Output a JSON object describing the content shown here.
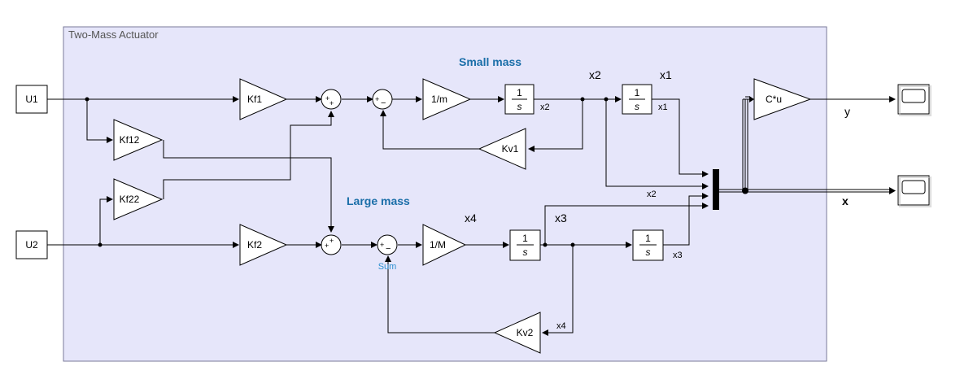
{
  "subsystem": {
    "title": "Two-Mass Actuator"
  },
  "annotations": {
    "small_mass": "Small mass",
    "large_mass": "Large mass"
  },
  "inports": {
    "u1": "U1",
    "u2": "U2"
  },
  "gains": {
    "kf1": "Kf1",
    "kf12": "Kf12",
    "kf22": "Kf22",
    "kf2": "Kf2",
    "inv_m": "1/m",
    "inv_M": "1/M",
    "kv1": "Kv1",
    "kv2": "Kv2",
    "c": "C*u"
  },
  "sums": {
    "sum1_signs": [
      "+",
      "+"
    ],
    "sum2_signs": [
      "+",
      "−"
    ],
    "sum3_signs": [
      "+",
      "+"
    ],
    "sum4_signs": [
      "+",
      "−"
    ],
    "sum4_name": "Sum"
  },
  "integrator": {
    "numerator": "1",
    "denominator": "s"
  },
  "signals": {
    "x2_small": "x2",
    "x1_small": "x1",
    "x2_wire": "x2",
    "x3_wire": "x3",
    "x4_wire": "x4",
    "x2_big": "x2",
    "x1_big": "x1",
    "x4_big": "x4",
    "x3_big": "x3",
    "y": "y",
    "x": "x"
  }
}
